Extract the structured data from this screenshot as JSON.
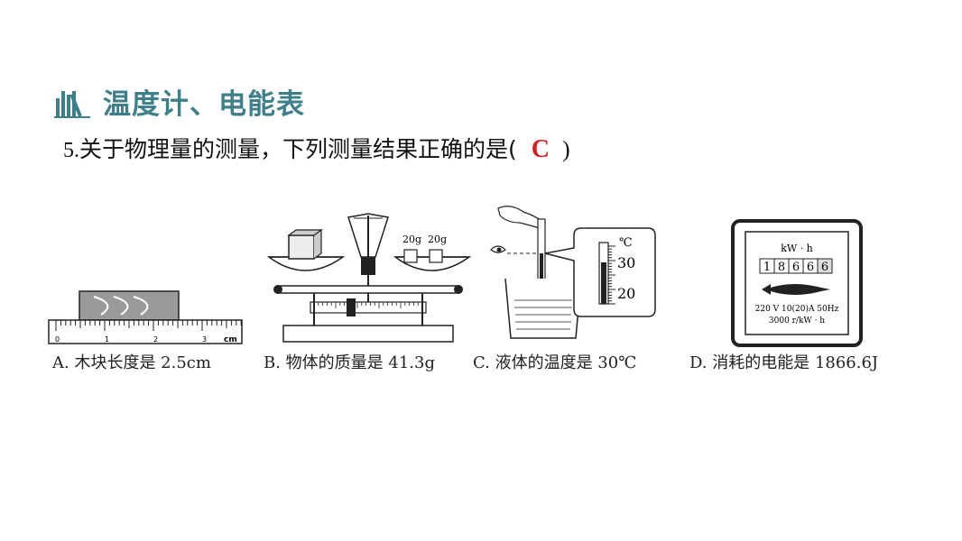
{
  "header": {
    "title": "温度计、电能表"
  },
  "question": {
    "number": "5.",
    "text": "关于物理量的测量，下列测量结果正确的是(",
    "answer": "C",
    "close": ")"
  },
  "options": [
    {
      "caption": "A. 木块长度是 2.5cm",
      "ruler_ticks": [
        "0",
        "1",
        "2",
        "3"
      ],
      "unit": "cm"
    },
    {
      "caption": "B. 物体的质量是 41.3g",
      "weights": [
        "20g",
        "20g"
      ]
    },
    {
      "caption": "C. 液体的温度是 30℃",
      "unit": "℃",
      "scale_top": "30",
      "scale_bottom": "20"
    },
    {
      "caption": "D. 消耗的电能是 1866.6J",
      "meter_unit": "kW · h",
      "digits": [
        "1",
        "8",
        "6",
        "6",
        "6"
      ],
      "spec_line1": "220 V 10(20)A 50Hz",
      "spec_line2": "3000 r/kW · h"
    }
  ],
  "colors": {
    "title": "#3f7f8c",
    "answer": "#d42020"
  }
}
